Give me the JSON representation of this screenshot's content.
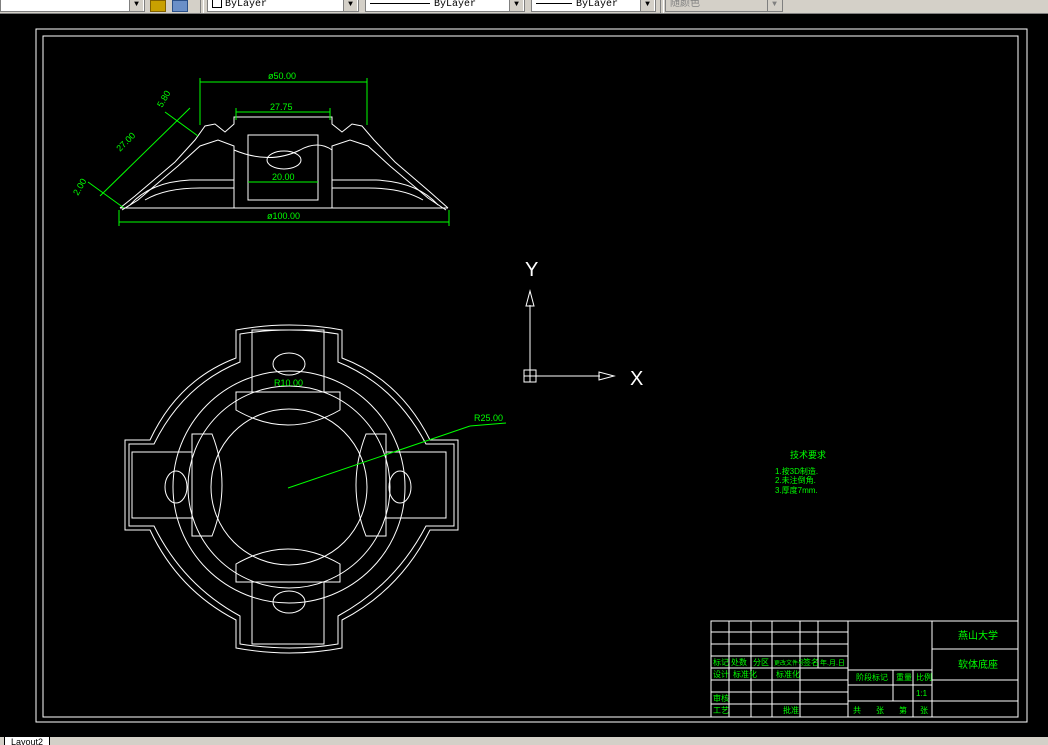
{
  "toolbar": {
    "layer_label": "ByLayer",
    "linetype_label": "ByLayer",
    "lineweight_label": "ByLayer",
    "plotstyle_label": "随颜色"
  },
  "drawing": {
    "top_view_dims": {
      "dia_50": "ø50.00",
      "w_27_75": "27.75",
      "w_20": "20.00",
      "dia_100": "ø100.00",
      "slant_27": "27.00",
      "slant_5_8": "5.80",
      "slant_2": "2.00"
    },
    "plan_view_dims": {
      "r_10": "R10.00",
      "r_25": "R25.00"
    },
    "ucs": {
      "x_label": "X",
      "y_label": "Y"
    },
    "tech_req": {
      "title": "技术要求",
      "lines": [
        "1.按3D制造.",
        "2.未注倒角.",
        "3.厚度7mm."
      ]
    },
    "title_block": {
      "school": "燕山大学",
      "part_name": "软体底座",
      "row_labels": [
        "标记",
        "处数",
        "分区",
        "更改文件号",
        "签名",
        "年.月.日"
      ],
      "design_labels": [
        "设计",
        "标准化",
        "标准化"
      ],
      "review": "审核",
      "process": "工艺",
      "approve": "批准",
      "stage_label": "阶段标记",
      "weight_label": "重量",
      "scale_label": "比例",
      "scale_value": "1:1",
      "sheet_labels": [
        "共",
        "张",
        "第",
        "张"
      ]
    }
  },
  "layout_tab": "Layout2"
}
